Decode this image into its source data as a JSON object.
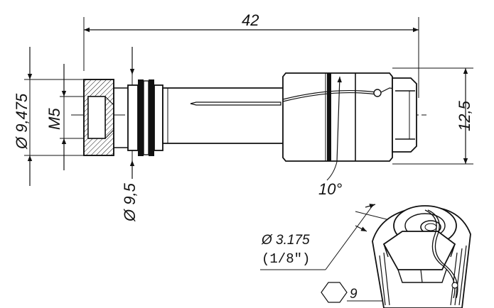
{
  "dimensions": {
    "overall_length": "42",
    "nut_diameter": "Ø 9,475",
    "thread": "M5",
    "flange_diameter": "Ø 9,5",
    "collet_diameter": "12,5",
    "taper_angle": "10°",
    "bore_diameter": "Ø 3.175",
    "bore_diameter_imperial": "(1/8\")",
    "hex_size": "9"
  }
}
